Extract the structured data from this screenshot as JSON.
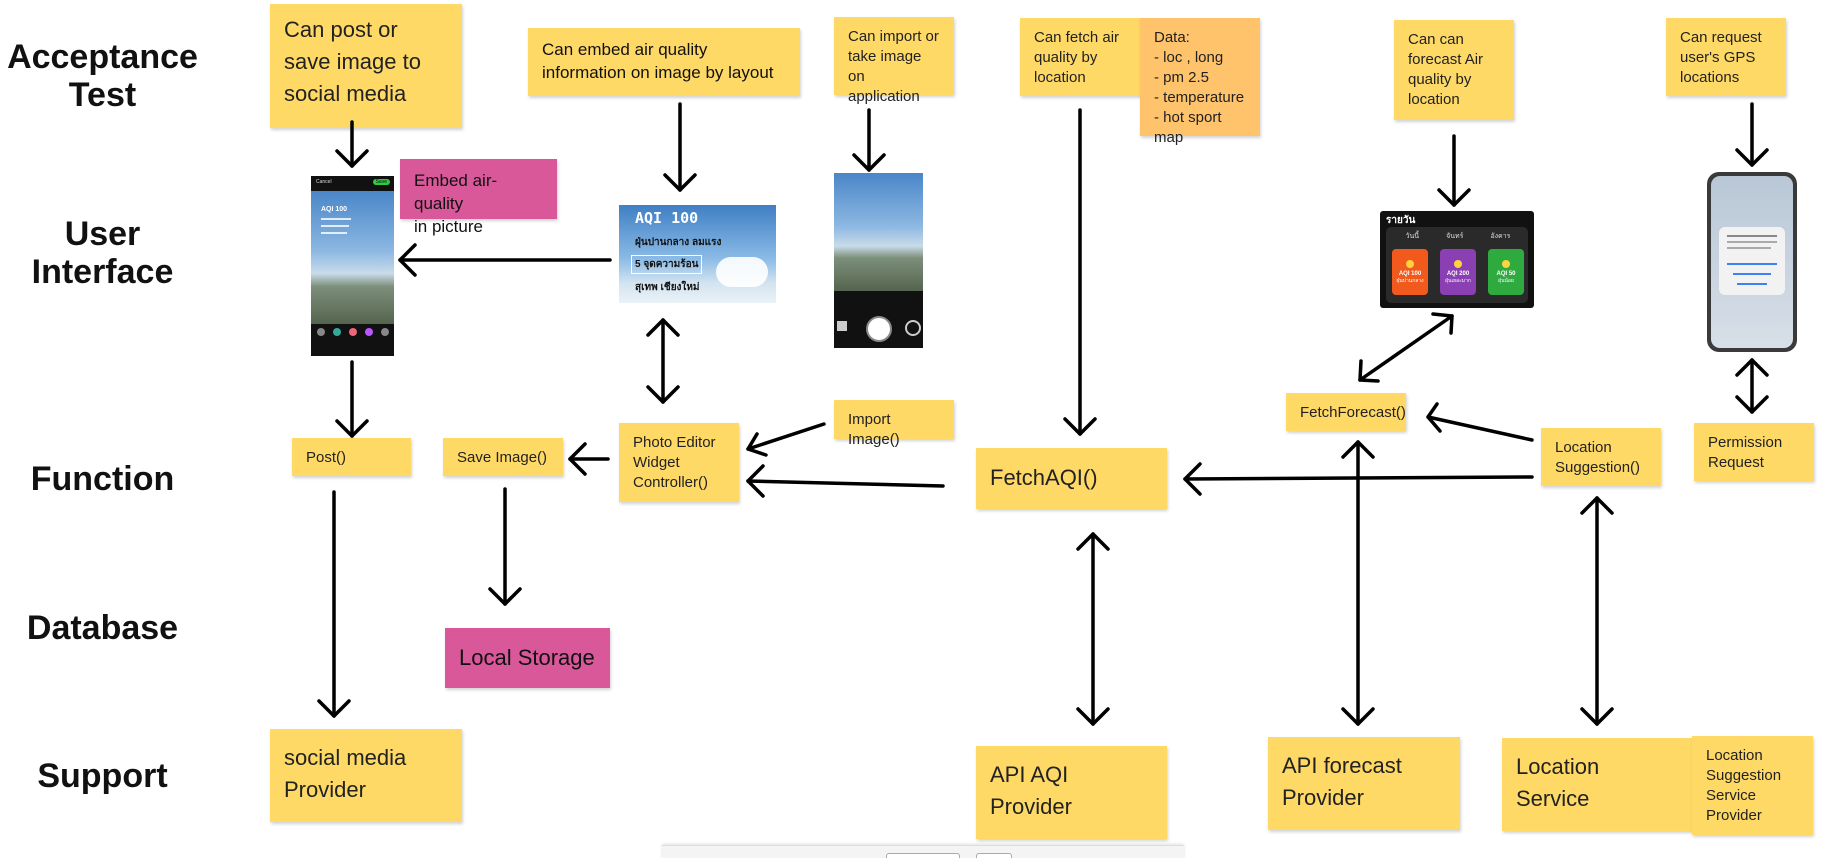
{
  "lanes": {
    "acceptance": "Acceptance\nTest",
    "ui": "User\nInterface",
    "function": "Function",
    "database": "Database",
    "support": "Support"
  },
  "notes": {
    "post_save_social": "Can post or\nsave image to\nsocial media",
    "embed_aq_layout": "Can embed air quality\ninformation on image by layout",
    "import_take_image": "Can import or\ntake image on\napplication",
    "fetch_aq_location": "Can fetch air\nquality by\nlocation",
    "data_fields": "Data:\n- loc , long\n- pm 2.5\n- temperature\n- hot sport map",
    "forecast_aq": "Can can\nforecast Air\nquality by\nlocation",
    "request_gps": "Can request\nuser's GPS\nlocations",
    "embed_picture": "Embed air-quality\nin picture",
    "post_fn": "Post()",
    "save_image_fn": "Save Image()",
    "photo_editor_fn": "Photo Editor\nWidget\nController()",
    "import_image_fn": "Import Image()",
    "fetch_aqi_fn": "FetchAQI()",
    "fetch_forecast_fn": "FetchForecast()",
    "location_suggestion_fn": "Location\nSuggestion()",
    "permission_request": "Permission\nRequest",
    "local_storage": "Local Storage",
    "social_provider": "social media\nProvider",
    "api_aqi_provider": "API AQI\nProvider",
    "api_forecast_provider": "API forecast\nProvider",
    "location_service": "Location\nService",
    "location_suggestion_provider": "Location\nSuggestion\nService\nProvider"
  },
  "editor_thumb": {
    "aqi": "AQI 100",
    "line1": "ฝุ่นปานกลาง ลมแรง",
    "line2": "5 จุดความร้อน",
    "line3": "สุเทพ เชียงใหม่"
  },
  "phone_thumb": {
    "top_left": "Cancel",
    "top_right": "Save",
    "aqi": "AQI 100"
  },
  "forecast_thumb": {
    "title": "รายวัน",
    "days": [
      "วันนี้",
      "จันทร์",
      "อังคาร"
    ],
    "cards": [
      {
        "label": "AQI 100",
        "sub": "ฝุ่นปานกลาง",
        "color": "#f25a1d"
      },
      {
        "label": "AQI 200",
        "sub": "ฝุ่นเยอะมาก",
        "color": "#8a3fb3"
      },
      {
        "label": "AQI 50",
        "sub": "ฝุ่นน้อย",
        "color": "#2faa3f"
      }
    ]
  },
  "colors": {
    "sticky_yellow": "#ffd966",
    "sticky_pink": "#d9589a",
    "sticky_orange": "#ffc36b",
    "arrow": "#000000"
  }
}
